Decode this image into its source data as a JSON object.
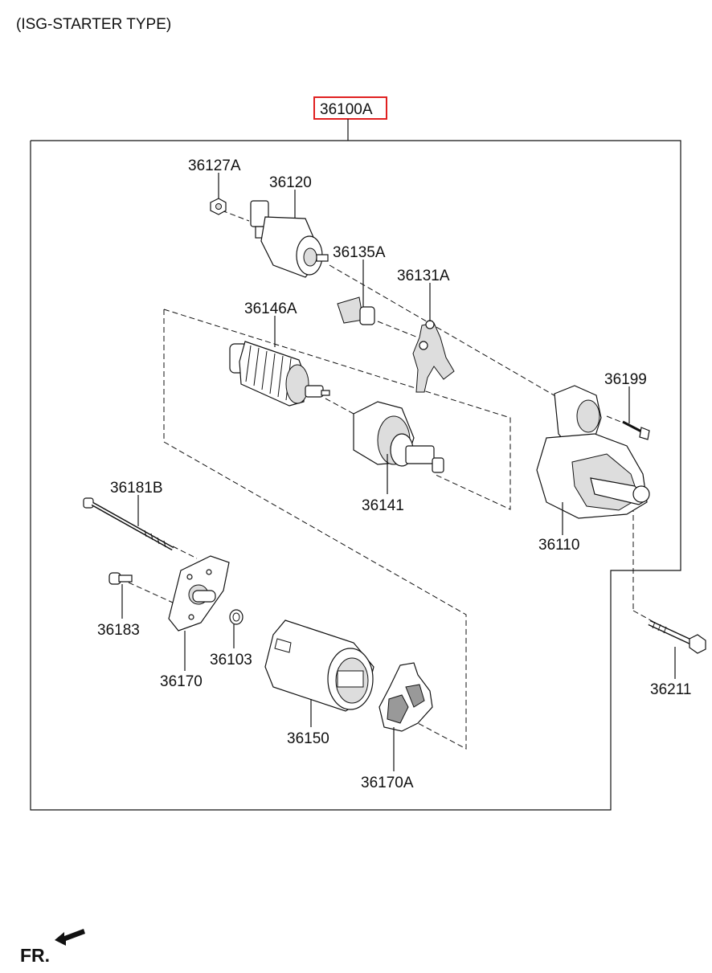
{
  "title": "(ISG-STARTER TYPE)",
  "assembly_label": "36100A",
  "assembly_highlight_color": "#e02020",
  "front_label": "FR.",
  "parts": {
    "p36127A": "36127A",
    "p36120": "36120",
    "p36135A": "36135A",
    "p36131A": "36131A",
    "p36146A": "36146A",
    "p36199": "36199",
    "p36181B": "36181B",
    "p36141": "36141",
    "p36110": "36110",
    "p36183": "36183",
    "p36103": "36103",
    "p36170": "36170",
    "p36211": "36211",
    "p36150": "36150",
    "p36170A": "36170A"
  }
}
